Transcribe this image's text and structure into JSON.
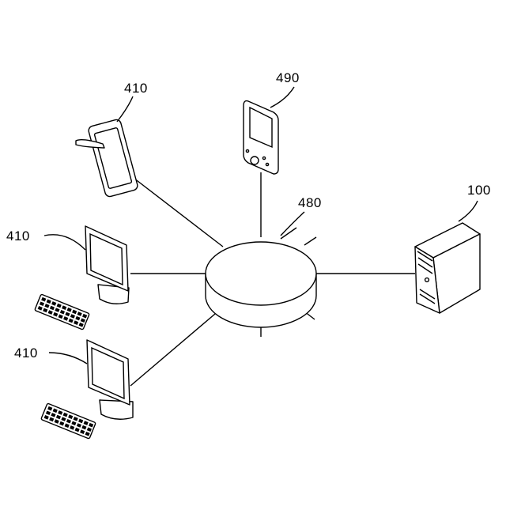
{
  "figure": {
    "labels": {
      "tablet": "410",
      "desktop_top": "410",
      "desktop_bottom": "410",
      "mobile": "490",
      "network": "480",
      "server": "100"
    },
    "icons": {
      "tablet": "tablet-icon",
      "desktop": "desktop-computer-icon",
      "mobile": "mobile-device-icon",
      "network": "network-hub-icon",
      "server": "server-tower-icon"
    },
    "stroke_color": "#000000",
    "background_color": "#ffffff"
  }
}
